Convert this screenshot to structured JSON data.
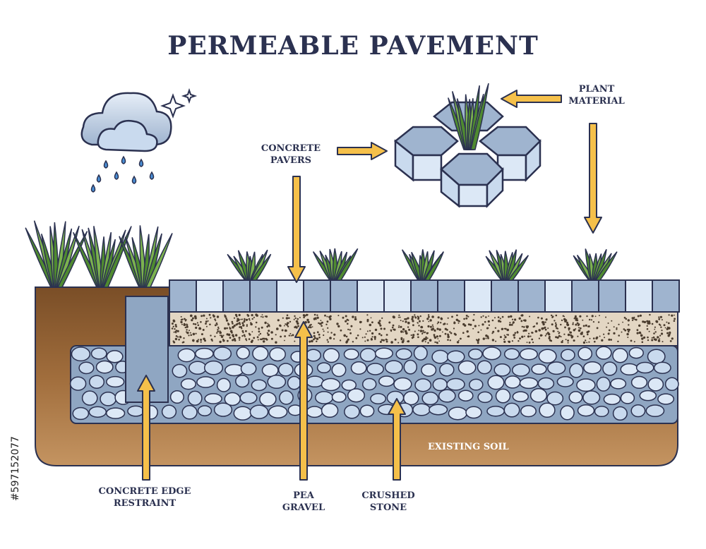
{
  "title": "PERMEABLE PAVEMENT",
  "labels": {
    "plant_material_1": "PLANT",
    "plant_material_2": "MATERIAL",
    "concrete_pavers_1": "CONCRETE",
    "concrete_pavers_2": "PAVERS",
    "edge_restraint_1": "CONCRETE EDGE",
    "edge_restraint_2": "RESTRAINT",
    "pea_gravel_1": "PEA",
    "pea_gravel_2": "GRAVEL",
    "crushed_stone_1": "CRUSHED",
    "crushed_stone_2": "STONE",
    "existing_soil": "EXISTING SOIL"
  },
  "stock_id": "#597152077",
  "colors": {
    "title": "#2b3150",
    "arrow": "#f5c04a",
    "soil": "#a7743f",
    "paver_dark": "#9fb4cf",
    "paver_light": "#dce8f6",
    "gravel_bg": "#e3d6c3",
    "stone": "#c9daee",
    "grass": "#5c9a3a"
  }
}
